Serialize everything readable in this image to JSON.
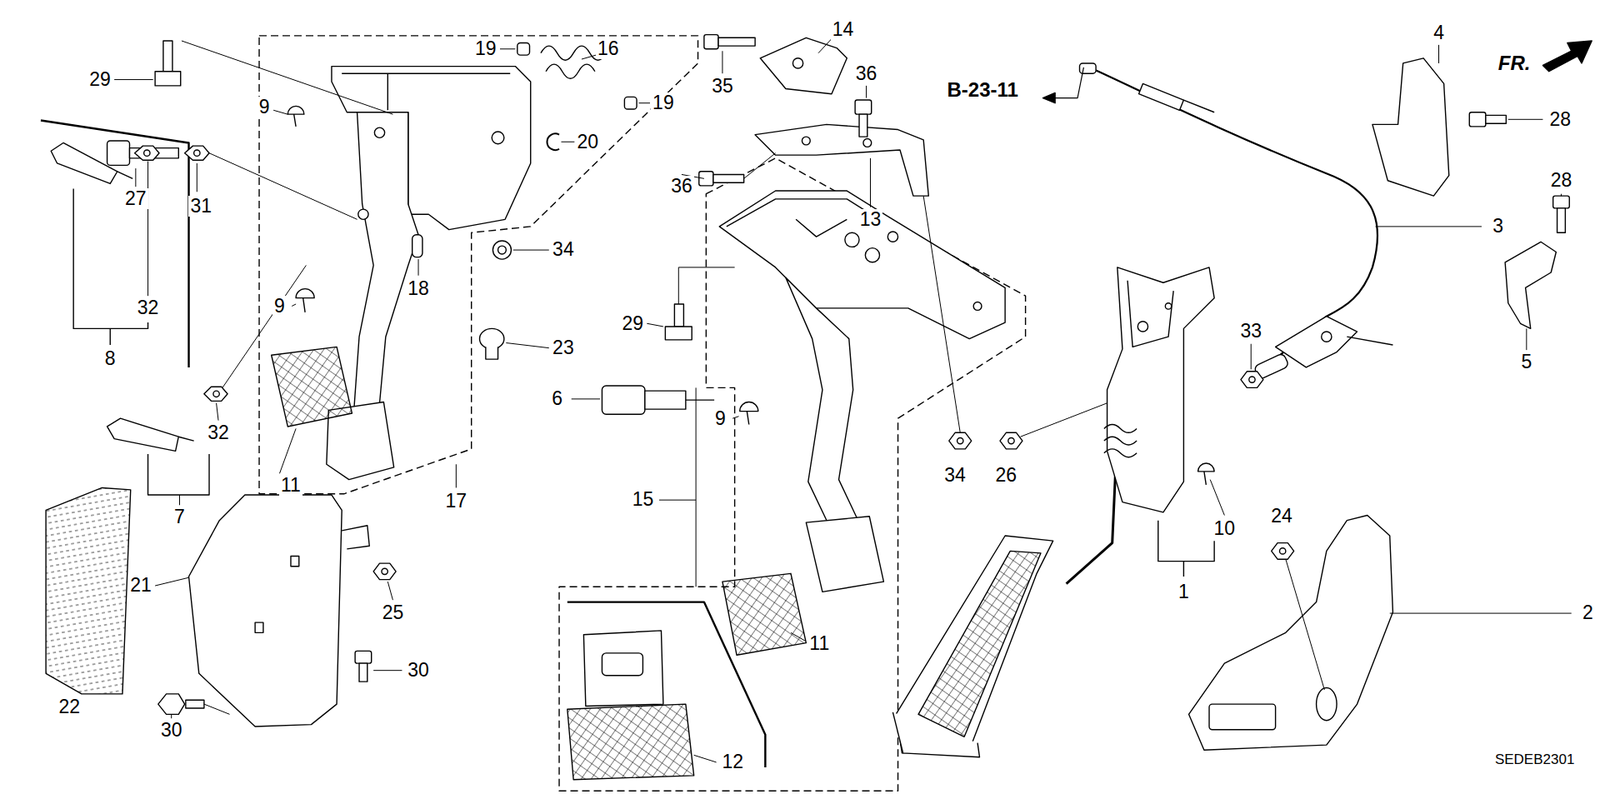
{
  "diagram": {
    "labels": [
      "29",
      "19",
      "16",
      "19",
      "20",
      "14",
      "35",
      "36",
      "B-23-11",
      "4",
      "FR.",
      "28",
      "9",
      "27",
      "31",
      "36",
      "13",
      "3",
      "28",
      "9",
      "18",
      "34",
      "8",
      "32",
      "29",
      "33",
      "5",
      "23",
      "6",
      "9",
      "32",
      "34",
      "26",
      "11",
      "17",
      "15",
      "7",
      "24",
      "10",
      "1",
      "21",
      "25",
      "2",
      "11",
      "30",
      "22",
      "30",
      "12",
      "SEDEB2301"
    ]
  }
}
